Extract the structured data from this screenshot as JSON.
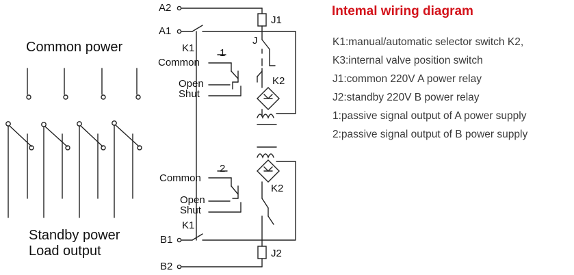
{
  "left": {
    "common_power": "Common power",
    "standby_power": "Standby power",
    "load_output": "Load output"
  },
  "terminals": {
    "a2": "A2",
    "a1": "A1",
    "b1": "B1",
    "b2": "B2"
  },
  "components": {
    "j1": "J1",
    "j2": "J2",
    "k1_top": "K1",
    "k1_bottom": "K1",
    "j_contact": "J",
    "k2_top": "K2",
    "k2_bottom": "K2",
    "signal1_num": "1",
    "signal2_num": "2"
  },
  "switch_labels": {
    "common_top": "Common",
    "open_top": "Open",
    "shut_top": "Shut",
    "common_bottom": "Common",
    "open_bottom": "Open",
    "shut_bottom": "Shut"
  },
  "title": "Intemal wiring diagram",
  "legend": [
    "K1:manual/automatic selector switch K2,",
    "K3:internal valve position switch",
    "J1:common 220V A power relay",
    "J2:standby 220V B power relay",
    "1:passive signal output of A power supply",
    "2:passive signal output of B power supply"
  ],
  "colors": {
    "title": "#d3121a",
    "line": "#222222",
    "text": "#3a3a3a"
  }
}
